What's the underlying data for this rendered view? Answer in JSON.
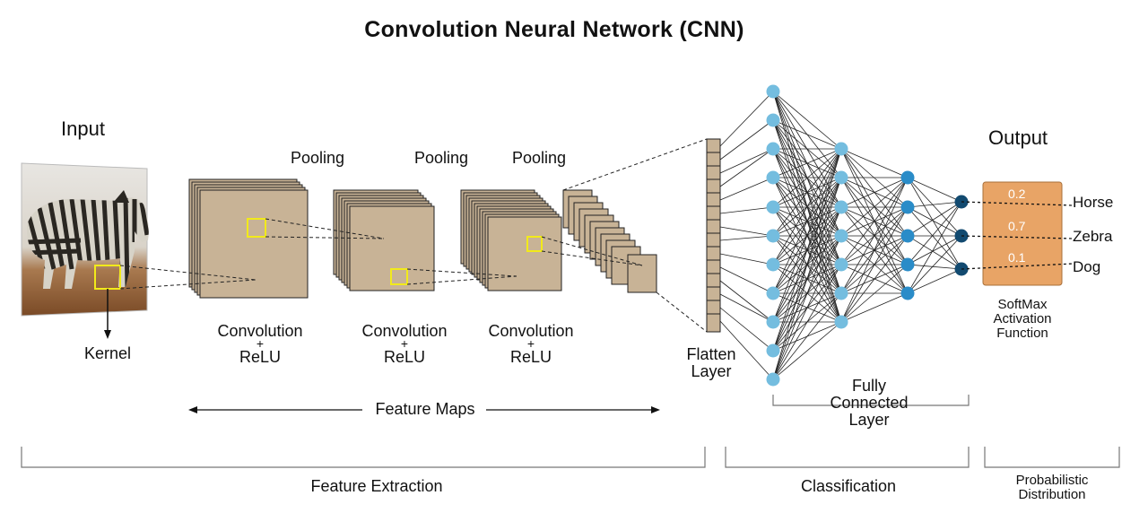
{
  "title": "Convolution  Neural  Network (CNN)",
  "input": {
    "label": "Input",
    "kernel_label": "Kernel"
  },
  "pooling_labels": [
    "Pooling",
    "Pooling",
    "Pooling"
  ],
  "conv_labels": [
    {
      "line1": "Convolution",
      "line2": "+",
      "line3": "ReLU"
    },
    {
      "line1": "Convolution",
      "line2": "+",
      "line3": "ReLU"
    },
    {
      "line1": "Convolution",
      "line2": "+",
      "line3": "ReLU"
    }
  ],
  "feature_maps_label": "Feature  Maps",
  "flatten_label": {
    "line1": "Flatten",
    "line2": "Layer"
  },
  "fully_connected_label": {
    "line1": "Fully",
    "line2": "Connected",
    "line3": "Layer"
  },
  "output": {
    "label": "Output",
    "probabilities": [
      "0.2",
      "0.7",
      "0.1"
    ],
    "classes": [
      "Horse",
      "Zebra",
      "Dog"
    ],
    "softmax_label": {
      "line1": "SoftMax",
      "line2": "Activation",
      "line3": "Function"
    }
  },
  "sections": {
    "feature_extraction": "Feature Extraction",
    "classification": "Classification",
    "probabilistic": {
      "line1": "Probabilistic",
      "line2": "Distribution"
    }
  },
  "colors": {
    "feature_map": "#c8b396",
    "kernel": "#f2ea1a",
    "light_neuron": "#74bddf",
    "mid_neuron": "#2a8cc8",
    "dark_neuron": "#124a70",
    "softmax_box": "#e8a466",
    "ground": "#8a5a32"
  },
  "icons": [
    "zebra-image",
    "flatten-layer",
    "neural-network"
  ]
}
